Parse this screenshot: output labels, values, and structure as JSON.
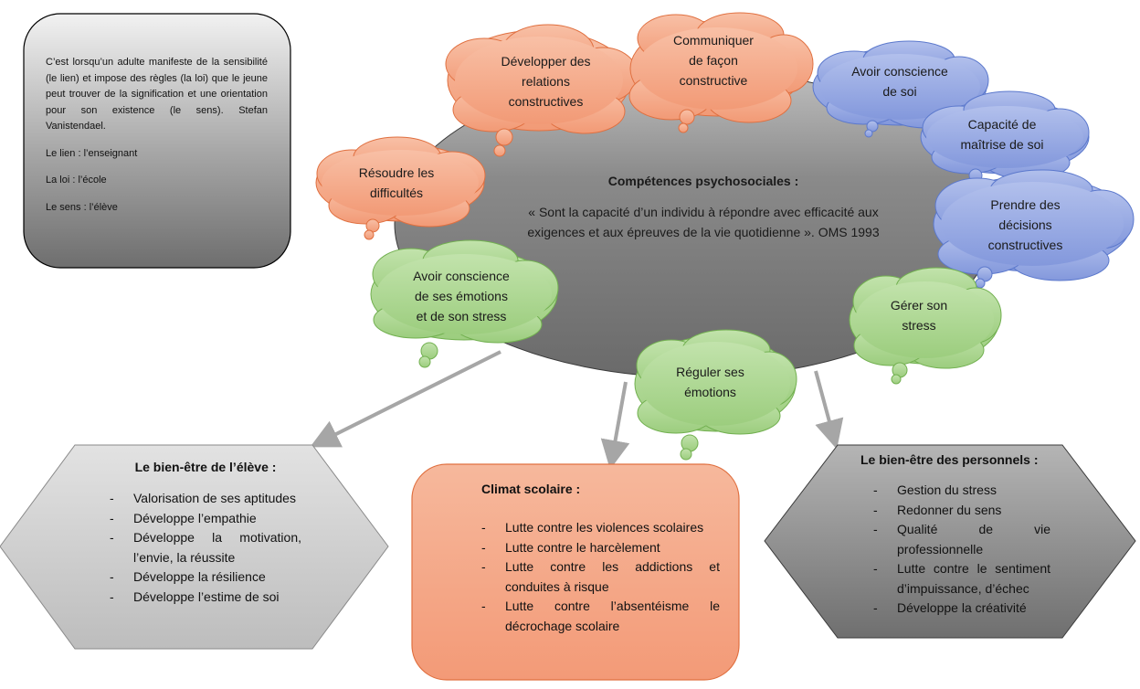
{
  "quote_box": {
    "paragraph": "C’est lorsqu’un adulte manifeste de la sensibilité (le lien) et impose des règles (la loi) que le jeune peut trouver de la signification et une orientation pour son existence (le sens). Stefan Vanistendael.",
    "lines": [
      "Le lien : l’enseignant",
      "La loi : l’école",
      "Le sens : l’élève"
    ]
  },
  "center": {
    "title": "Compétences psychosociales :",
    "definition": [
      "« Sont la capacité d’un individu à répondre avec efficacité aux",
      "exigences et aux épreuves de la vie quotidienne ». OMS 1993"
    ]
  },
  "clouds": {
    "developper": [
      "Développer des",
      "relations",
      "constructives"
    ],
    "communiquer": [
      "Communiquer",
      "de façon",
      "constructive"
    ],
    "resoudre": [
      "Résoudre les",
      "difficultés"
    ],
    "conscience_soi": [
      "Avoir conscience",
      "de soi"
    ],
    "maitrise": [
      "Capacité de",
      "maîtrise de soi"
    ],
    "decisions": [
      "Prendre des",
      "décisions",
      "constructives"
    ],
    "emotions_stress": [
      "Avoir conscience",
      "de ses émotions",
      "et de son stress"
    ],
    "gerer_stress": [
      "Gérer son",
      "stress"
    ],
    "reguler": [
      "Réguler ses",
      "émotions"
    ]
  },
  "boxes": {
    "eleve": {
      "title": "Le bien-être de l’élève :",
      "items": [
        "Valorisation de ses aptitudes",
        "Développe l’empathie",
        "Développe la motivation, l’envie, la réussite",
        "Développe la résilience",
        "Développe l’estime de soi"
      ]
    },
    "climat": {
      "title": "Climat scolaire :",
      "items": [
        "Lutte contre les violences scolaires",
        "Lutte contre le harcèlement",
        "Lutte contre les addictions et conduites à risque",
        "Lutte contre l’absentéisme le décrochage scolaire"
      ]
    },
    "personnels": {
      "title": "Le bien-être des personnels :",
      "items": [
        "Gestion du stress",
        "Redonner du sens",
        "Qualité de vie professionnelle",
        "Lutte contre le sentiment d’impuissance, d’échec",
        "Développe la créativité"
      ]
    }
  },
  "colors": {
    "orange": "#f5a688",
    "orange_stroke": "#e07040",
    "blue": "#8fa4e0",
    "blue_stroke": "#5b78cc",
    "green": "#a8d48c",
    "green_stroke": "#72b050",
    "arrow": "#a6a6a6"
  }
}
